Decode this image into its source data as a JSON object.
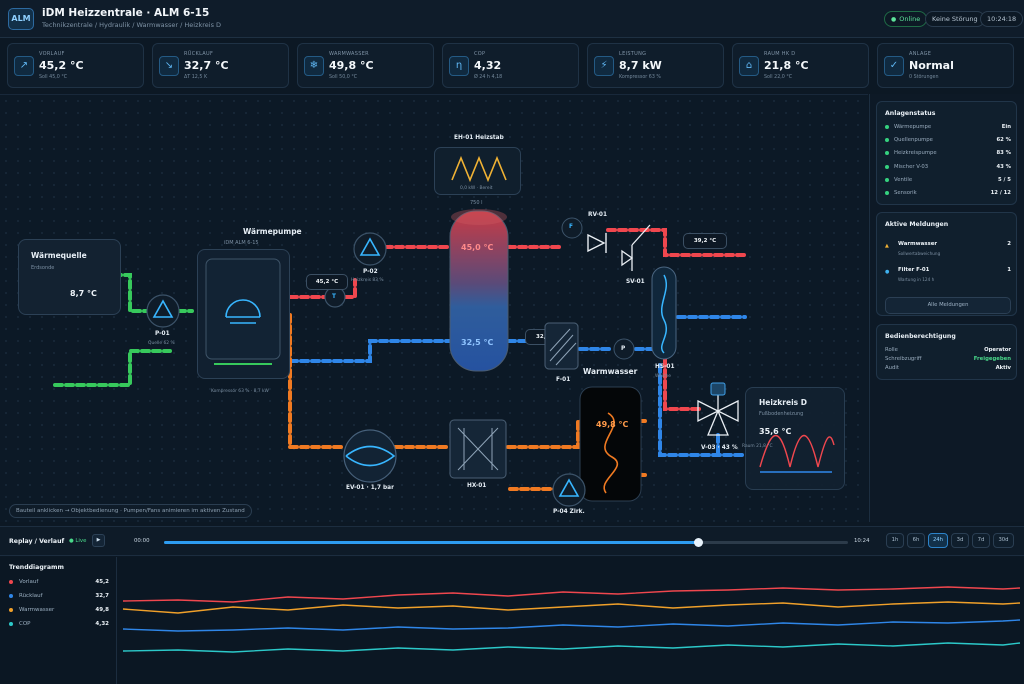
{
  "header": {
    "logo": "ALM",
    "title": "iDM Heizzentrale · ALM 6-15",
    "breadcrumb": "Technikzentrale / Hydraulik / Warmwasser / Heizkreis D",
    "status_online": "Online",
    "status_faults": "Keine Störung",
    "clock": "10:24:18"
  },
  "kpis": [
    {
      "label": "VORLAUF",
      "value": "45,2 °C",
      "sub": "Soll 45,0 °C",
      "icon": "arrow-up-right-icon",
      "glyph": "↗"
    },
    {
      "label": "RÜCKLAUF",
      "value": "32,7 °C",
      "sub": "ΔT 12,5 K",
      "icon": "arrow-down-right-icon",
      "glyph": "↘"
    },
    {
      "label": "WARMWASSER",
      "value": "49,8 °C",
      "sub": "Soll 50,0 °C",
      "icon": "snowflake-icon",
      "glyph": "❄"
    },
    {
      "label": "COP",
      "value": "4,32",
      "sub": "Ø 24 h 4,18",
      "icon": "eta-icon",
      "glyph": "η"
    },
    {
      "label": "LEISTUNG",
      "value": "8,7 kW",
      "sub": "Kompressor 63 %",
      "icon": "bolt-icon",
      "glyph": "⚡"
    },
    {
      "label": "RAUM HK D",
      "value": "21,8 °C",
      "sub": "Soll 22,0 °C",
      "icon": "home-icon",
      "glyph": "⌂"
    },
    {
      "label": "ANLAGE",
      "value": "Normal",
      "sub": "0 Störungen",
      "icon": "check-icon",
      "glyph": "✓"
    }
  ],
  "schematic": {
    "source": {
      "title": "Wärmequelle",
      "sub": "Erdsonde",
      "temp": "8,7 °C"
    },
    "p01": {
      "label": "P-01",
      "sub": "Quelle 62 %"
    },
    "heatpump": {
      "title": "Wärmepumpe",
      "model": "iDM ALM 6-15",
      "sub": "Kompressor 63 % · 8,7 kW"
    },
    "p02": {
      "label": "P-02",
      "sub": "Heizkreis 83 %"
    },
    "t_sensor": {
      "value": "45,2 °C",
      "label": "T"
    },
    "heater": {
      "title": "EH-01 Heizstab",
      "sub": "0,0 kW · Bereit"
    },
    "buffer": {
      "volume": "750 l",
      "top_temp": "45,0 °C",
      "bottom_temp": "32,5 °C"
    },
    "rv01": {
      "label": "RV-01",
      "f": "F"
    },
    "sv01": {
      "label": "SV-01"
    },
    "t_hk": {
      "value": "39,2 °C"
    },
    "f01": {
      "label": "F-01",
      "value": "32,"
    },
    "p_sensor": {
      "label": "P"
    },
    "hs01": {
      "label": "HS-01",
      "sub": "Weiche"
    },
    "v03": {
      "label": "V-03 · 43 %"
    },
    "ev01": {
      "label": "EV-01 · 1,7 bar"
    },
    "hx01": {
      "label": "HX-01"
    },
    "dhw": {
      "title": "Warmwasser",
      "temp": "49,8 °C"
    },
    "p04": {
      "label": "P-04 Zirk."
    },
    "hkd": {
      "title": "Heizkreis D",
      "sub": "Fußbodenheizung",
      "temp": "35,6 °C",
      "room": "Raum 21,8 °C"
    },
    "hint": "Bauteil anklicken → Objektbedienung · Pumpen/Fans animieren im aktiven Zustand"
  },
  "panel": {
    "status": {
      "title": "Anlagenstatus",
      "rows": [
        {
          "label": "Wärmepumpe",
          "value": "Ein"
        },
        {
          "label": "Quellenpumpe",
          "value": "62 %"
        },
        {
          "label": "Heizkreispumpe",
          "value": "83 %"
        },
        {
          "label": "Mischer V-03",
          "value": "43 %"
        },
        {
          "label": "Ventile",
          "value": "5 / 5"
        },
        {
          "label": "Sensorik",
          "value": "12 / 12"
        }
      ]
    },
    "alerts": {
      "title": "Aktive Meldungen",
      "items": [
        {
          "title": "Warmwasser",
          "sub": "Sollwertabweichung",
          "count": "2",
          "color": "#f2b234",
          "icon": "warning-icon",
          "glyph": "▲"
        },
        {
          "title": "Filter F-01",
          "sub": "Wartung in 124 h",
          "count": "1",
          "color": "#3fb2f0",
          "icon": "info-dot-icon",
          "glyph": "●"
        }
      ],
      "button": "Alle Meldungen"
    },
    "access": {
      "title": "Bedienberechtigung",
      "rows": [
        {
          "label": "Rolle",
          "value": "Operator",
          "color": "#eef4f9"
        },
        {
          "label": "Schreibzugriff",
          "value": "Freigegeben",
          "color": "#49d88a"
        },
        {
          "label": "Audit",
          "value": "Aktiv",
          "color": "#eef4f9"
        }
      ]
    }
  },
  "replay": {
    "title": "Replay / Verlauf",
    "live": "Live",
    "start": "00:00",
    "end": "10:24",
    "position": 0.78,
    "ranges": [
      "1h",
      "6h",
      "24h",
      "3d",
      "7d",
      "30d"
    ],
    "active_range": "24h"
  },
  "trend": {
    "title": "Trenddiagramm",
    "legend": [
      {
        "name": "Vorlauf",
        "value": "45,2",
        "color": "#f0474e"
      },
      {
        "name": "Rücklauf",
        "value": "32,7",
        "color": "#2f86e8"
      },
      {
        "name": "Warmwasser",
        "value": "49,8",
        "color": "#f0a02a"
      },
      {
        "name": "COP",
        "value": "4,32",
        "color": "#2cc9c9"
      }
    ]
  },
  "colors": {
    "hot": "#f0474e",
    "cold": "#2f86e8",
    "source": "#37c95c",
    "orange": "#f07a22",
    "accent": "#2d9cf0"
  }
}
